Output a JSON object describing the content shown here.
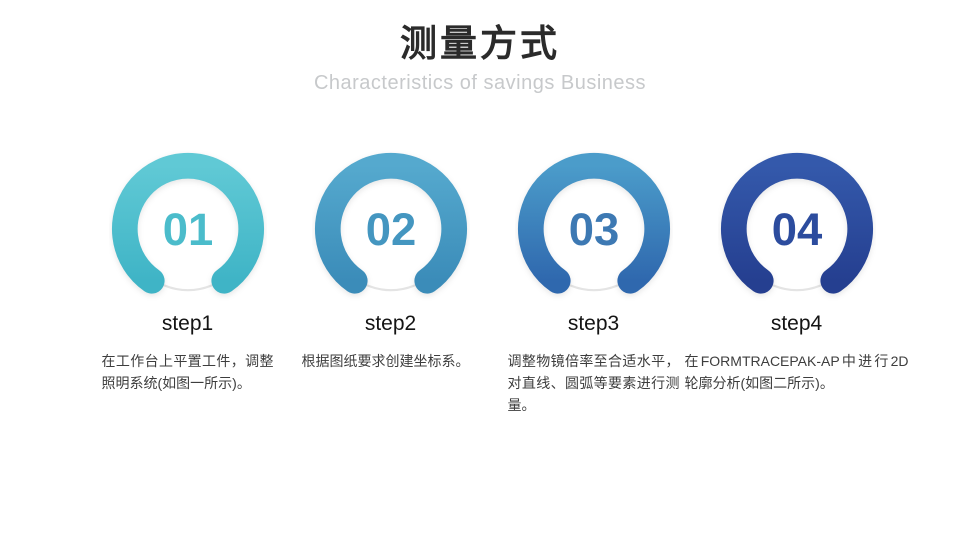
{
  "header": {
    "title": "测量方式",
    "subtitle": "Characteristics of savings Business"
  },
  "colors": {
    "background": "#ffffff",
    "title_text": "#2b2b2b",
    "subtitle_text": "#c7c9cb",
    "step_label_text": "#141414",
    "description_text": "#3d3d3d",
    "track_circle": "#e4e4e4"
  },
  "steps": [
    {
      "number": "01",
      "label": "step1",
      "description": "在工作台上平置工件，调整照明系统(如图一所示)。",
      "colors": {
        "ring_top": "#60c9d5",
        "ring_bottom": "#3fb4c6",
        "number": "#4bbccb"
      }
    },
    {
      "number": "02",
      "label": "step2",
      "description": "根据图纸要求创建坐标系。",
      "colors": {
        "ring_top": "#55a9ce",
        "ring_bottom": "#3b8cb9",
        "number": "#4496c0"
      }
    },
    {
      "number": "03",
      "label": "step3",
      "description": "调整物镜倍率至合适水平，对直线、圆弧等要素进行测量。",
      "colors": {
        "ring_top": "#4b9cca",
        "ring_bottom": "#2f68ae",
        "number": "#3d79b3"
      }
    },
    {
      "number": "04",
      "label": "step4",
      "description": "在FORMTRACEPAK-AP中进行2D轮廓分析(如图二所示)。",
      "colors": {
        "ring_top": "#3459ab",
        "ring_bottom": "#253f90",
        "number": "#2c4c9e"
      }
    }
  ]
}
